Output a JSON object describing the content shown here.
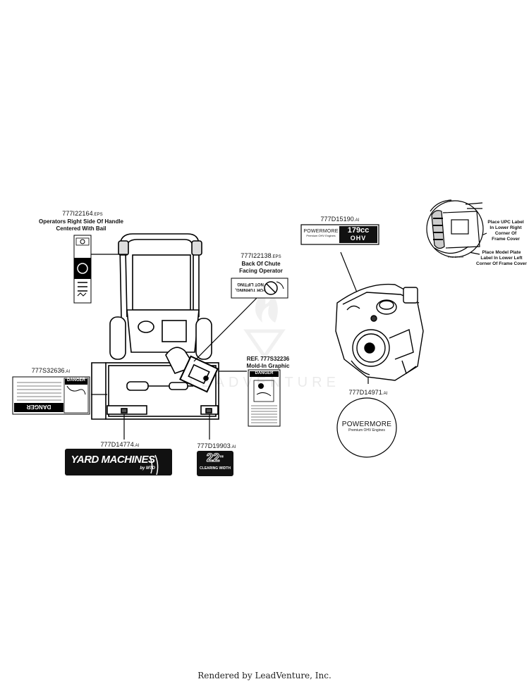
{
  "labels": {
    "handle": {
      "part": "777I22164",
      "ext": ".EPS",
      "caption_line1": "Operators Right Side Of Handle",
      "caption_line2": "Centered With Bail"
    },
    "chute": {
      "part": "777I22138",
      "ext": ".EPS",
      "caption_line1": "Back Of Chute",
      "caption_line2": "Facing Operator",
      "decal_text1": "FOR TURNING,",
      "decal_text2": "NOT LIFTING"
    },
    "danger_left": {
      "part": "777S32636",
      "ext": ".AI",
      "decal_word": "DANGER",
      "banner_word": "DANGER"
    },
    "mold_in": {
      "caption_line1": "REF. 777S32236",
      "caption_line2": "Mold-In Graphic",
      "decal_word": "DANGER"
    },
    "brand": {
      "part": "777D14774",
      "ext": ".AI",
      "brand_text": "YARD MACHINES",
      "brand_sub": "by MTD"
    },
    "width": {
      "part": "777D19903",
      "ext": ".AI",
      "number": "22",
      "unit": "\"",
      "sub": "CLEARING WIDTH"
    },
    "engine_label": {
      "part": "777D15190",
      "ext": ".AI",
      "brand": "POWERMORE",
      "brand_sub": "Premium OHV Engines",
      "displacement": "179cc",
      "type": "OHV"
    },
    "engine_round": {
      "part": "777D14971",
      "ext": ".AI",
      "brand": "POWERMORE",
      "brand_sub": "Premium OHV Engines"
    },
    "upc": {
      "line1": "Place UPC Label",
      "line2": "In Lower Right",
      "line3": "Corner Of",
      "line4": "Frame Cover"
    },
    "model_plate": {
      "line1": "Place Model Plate",
      "line2": "Label In Lower Left",
      "line3": "Corner Of Frame Cover",
      "rear": "Rear Of Unit"
    }
  },
  "watermark": "LEADVENTURE",
  "footer": "Rendered by LeadVenture, Inc."
}
